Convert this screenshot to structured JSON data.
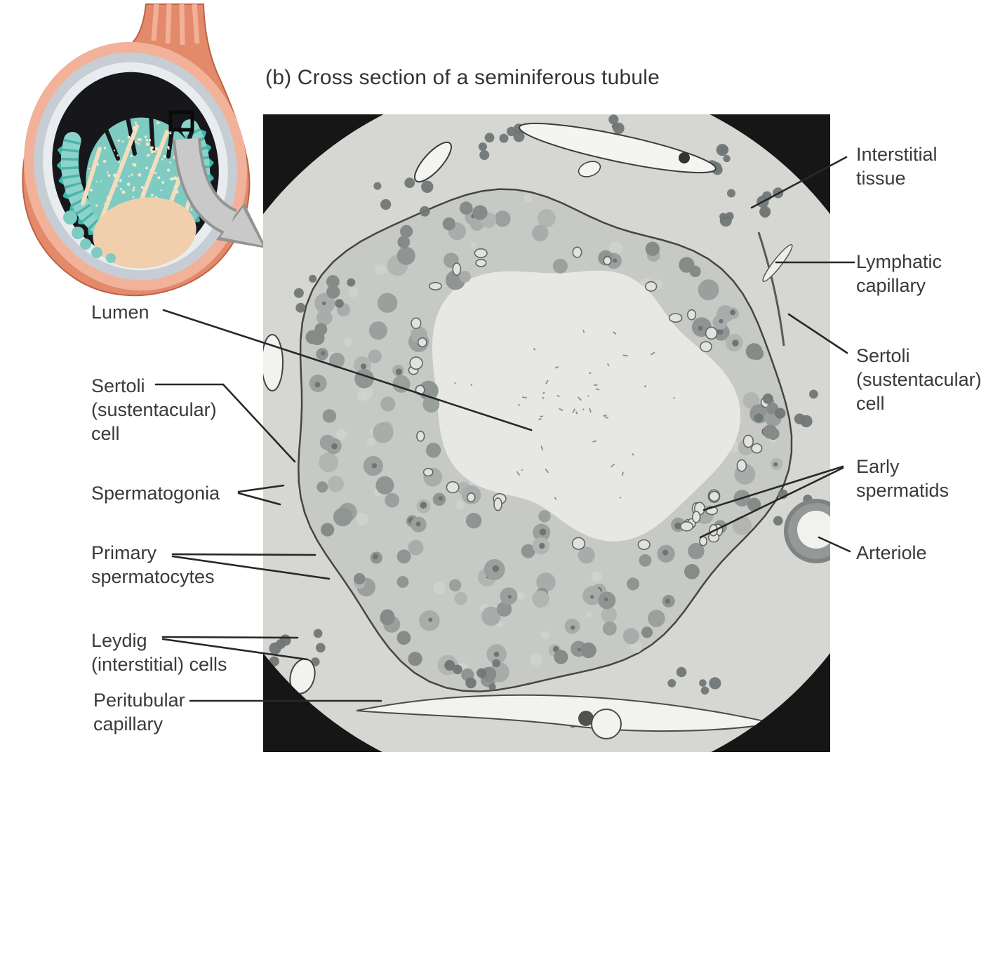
{
  "figure": {
    "panel_title": "(b) Cross section of a seminiferous tubule",
    "left_labels": [
      {
        "id": "lumen",
        "text": "Lumen"
      },
      {
        "id": "sertoli-cell",
        "text": "Sertoli\n(sustentacular)\ncell"
      },
      {
        "id": "spermatogonia",
        "text": "Spermatogonia"
      },
      {
        "id": "primary-spermatocytes",
        "text": "Primary\nspermatocytes"
      },
      {
        "id": "leydig-cells",
        "text": "Leydig\n(interstitial) cells"
      },
      {
        "id": "peritubular-capillary",
        "text": "Peritubular\ncapillary"
      }
    ],
    "right_labels": [
      {
        "id": "interstitial-tissue",
        "text": "Interstitial\ntissue"
      },
      {
        "id": "lymphatic-capillary",
        "text": "Lymphatic\ncapillary"
      },
      {
        "id": "sertoli-cell",
        "text": "Sertoli\n(sustentacular)\ncell"
      },
      {
        "id": "early-spermatids",
        "text": "Early\nspermatids"
      },
      {
        "id": "arteriole",
        "text": "Arteriole"
      }
    ],
    "colors": {
      "label_text": "#3a3a3a",
      "leader_line": "#282828",
      "micrograph_field": "#d6d7d3",
      "micrograph_epithelium": "#c7c9c5",
      "micrograph_lumen": "#e7e8e4",
      "inset_salmon": "#e28a69",
      "inset_salmon_light": "#f2b29a",
      "inset_gray_blue": "#c7cdd5",
      "inset_teal": "#7ecbc2",
      "inset_teal_dark": "#3db6ac",
      "inset_cream": "#f4dcbd",
      "inset_peach": "#f1cfad",
      "arrow_gray": "#c9c9c9"
    }
  }
}
